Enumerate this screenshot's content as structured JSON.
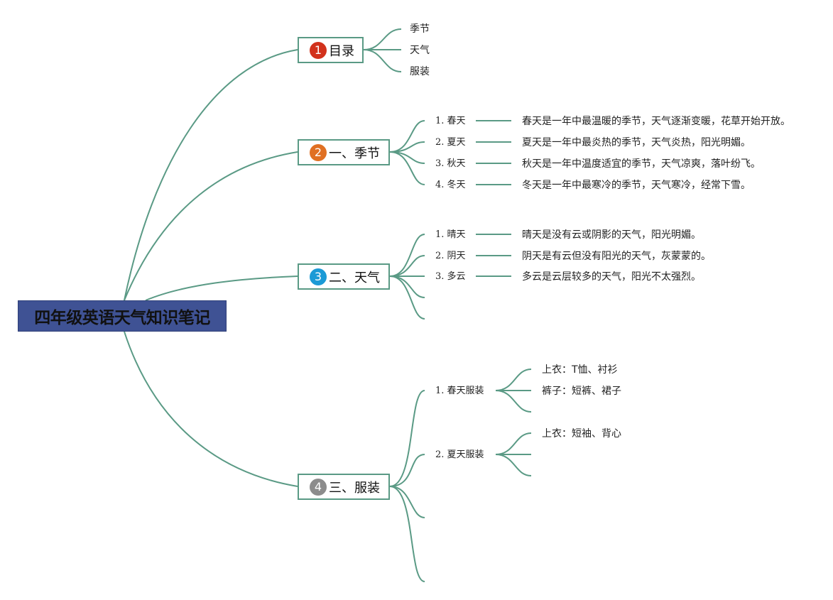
{
  "root": {
    "title": "四年级英语天气知识笔记"
  },
  "topics": {
    "toc": {
      "badge": "1",
      "badge_color": "#d2321c",
      "label": "目录",
      "items": [
        "季节",
        "天气",
        "服装"
      ]
    },
    "seasons": {
      "badge": "2",
      "badge_color": "#e07023",
      "label": "一、季节",
      "items": [
        {
          "name": "1. 春天",
          "desc": "春天是一年中最温暖的季节，天气逐渐变暖，花草开始开放。"
        },
        {
          "name": "2. 夏天",
          "desc": "夏天是一年中最炎热的季节，天气炎热，阳光明媚。"
        },
        {
          "name": "3. 秋天",
          "desc": "秋天是一年中温度适宜的季节，天气凉爽，落叶纷飞。"
        },
        {
          "name": "4. 冬天",
          "desc": "冬天是一年中最寒冷的季节，天气寒冷，经常下雪。"
        }
      ]
    },
    "weather": {
      "badge": "3",
      "badge_color": "#1b9ad6",
      "label": "二、天气",
      "items": [
        {
          "name": "1. 晴天",
          "desc": "晴天是没有云或阴影的天气，阳光明媚。"
        },
        {
          "name": "2. 阴天",
          "desc": "阴天是有云但没有阳光的天气，灰蒙蒙的。"
        },
        {
          "name": "3. 多云",
          "desc": "多云是云层较多的天气，阳光不太强烈。"
        }
      ]
    },
    "clothing": {
      "badge": "4",
      "badge_color": "#8c8c8c",
      "label": "三、服装",
      "items": [
        {
          "name": "1. 春天服装",
          "details": [
            "上衣：T恤、衬衫",
            "裤子：短裤、裙子"
          ]
        },
        {
          "name": "2. 夏天服装",
          "details": [
            "上衣：短袖、背心"
          ]
        }
      ]
    }
  }
}
